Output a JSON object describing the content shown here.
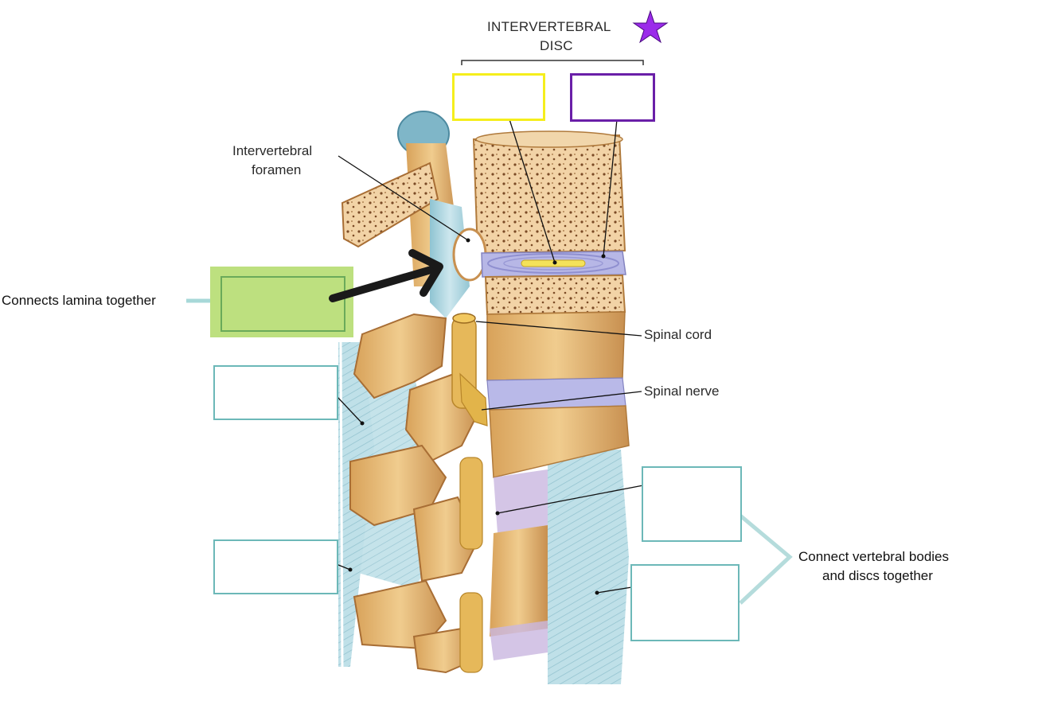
{
  "labels": {
    "intervertebral_disc": [
      "INTERVERTEBRAL",
      "DISC"
    ],
    "intervertebral_foramen": [
      "Intervertebral",
      "foramen"
    ],
    "spinal_cord": "Spinal cord",
    "spinal_nerve": "Spinal nerve"
  },
  "notes": {
    "connects_lamina": "Connects lamina together",
    "connect_vertebral": [
      "Connect vertebral bodies",
      "and discs together"
    ]
  },
  "answer_boxes": [
    {
      "id": "disc-inner",
      "color": "yellow",
      "text": ""
    },
    {
      "id": "disc-outer",
      "color": "purple",
      "text": ""
    },
    {
      "id": "lamina-ligament",
      "color": "green",
      "text": ""
    },
    {
      "id": "posterior-left-upper",
      "color": "teal",
      "text": ""
    },
    {
      "id": "posterior-left-lower",
      "color": "teal",
      "text": ""
    },
    {
      "id": "right-upper",
      "color": "teal",
      "text": ""
    },
    {
      "id": "right-lower",
      "color": "teal",
      "text": ""
    }
  ],
  "colors": {
    "bone": "#e7bd7e",
    "bone_dark": "#c8924a",
    "ligament": "#a9d3de",
    "disc": "#b7b7e6",
    "nerve": "#e2b44a",
    "teal_box": "#6cb8b8",
    "yellow_box": "#f5ee1c",
    "purple_box": "#6a1fa8",
    "green_box": "#bde07f",
    "star": "#9b2bea"
  },
  "icons": {
    "star": "star-icon",
    "arrow": "black-arrow"
  }
}
